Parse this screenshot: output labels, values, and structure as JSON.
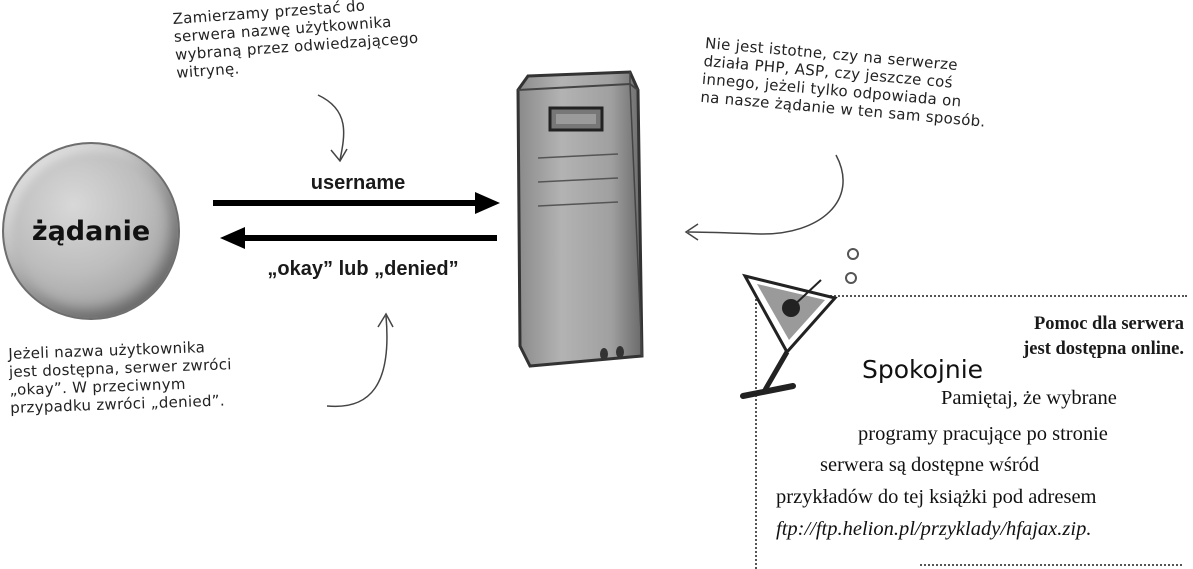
{
  "diagram": {
    "request_label": "żądanie",
    "arrow_to_server_label": "username",
    "arrow_to_client_label": "„okay” lub „denied”"
  },
  "notes": {
    "top": "Zamierzamy przestać do\nserwera nazwę użytkownika\nwybraną przez odwiedzającego\nwitrynę.",
    "right": "Nie jest istotne, czy na serwerze\ndziała PHP, ASP, czy jeszcze coś\ninnego, jeżeli tylko odpowiada on\nna nasze żądanie w ten sam sposób.",
    "bottom": "Jeżeli nazwa użytkownika\njest dostępna, serwer zwróci\n„okay”. W przeciwnym\nprzypadku zwróci „denied”."
  },
  "tip": {
    "label": "Spokojnie",
    "heading": "Pomoc dla serwera\njest dostępna online.",
    "line1": "Pamiętaj, że wybrane",
    "line2": "programy pracujące po stronie",
    "line3": "serwera są dostępne wśród",
    "line4": "przykładów do tej książki pod adresem",
    "line5": "ftp://ftp.helion.pl/przyklady/hfajax.zip."
  },
  "colors": {
    "arrow": "#000000",
    "server_body": "#a8a8a8",
    "bubble": "#b5b5b5"
  }
}
